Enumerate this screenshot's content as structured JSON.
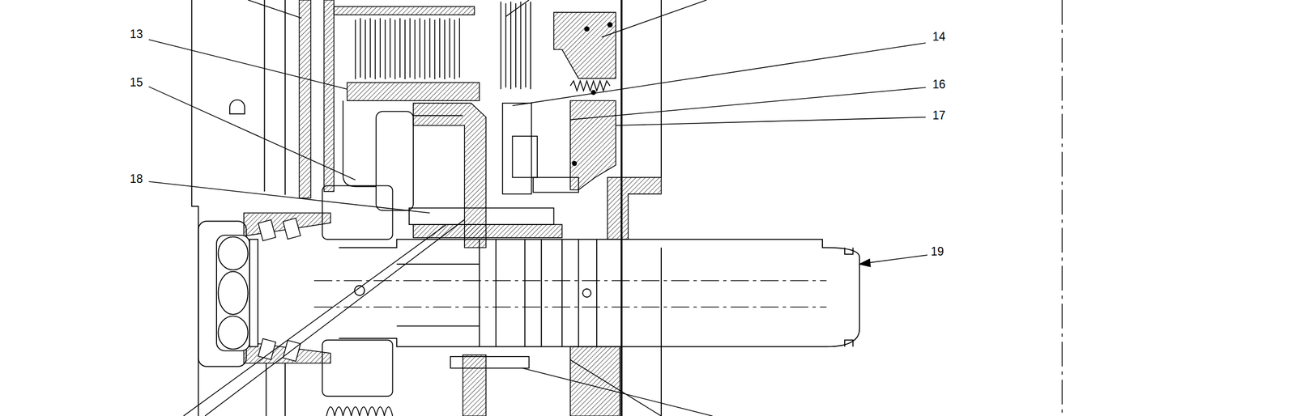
{
  "diagram": {
    "labels": [
      "13",
      "15",
      "18",
      "14",
      "16",
      "17",
      "19"
    ]
  }
}
